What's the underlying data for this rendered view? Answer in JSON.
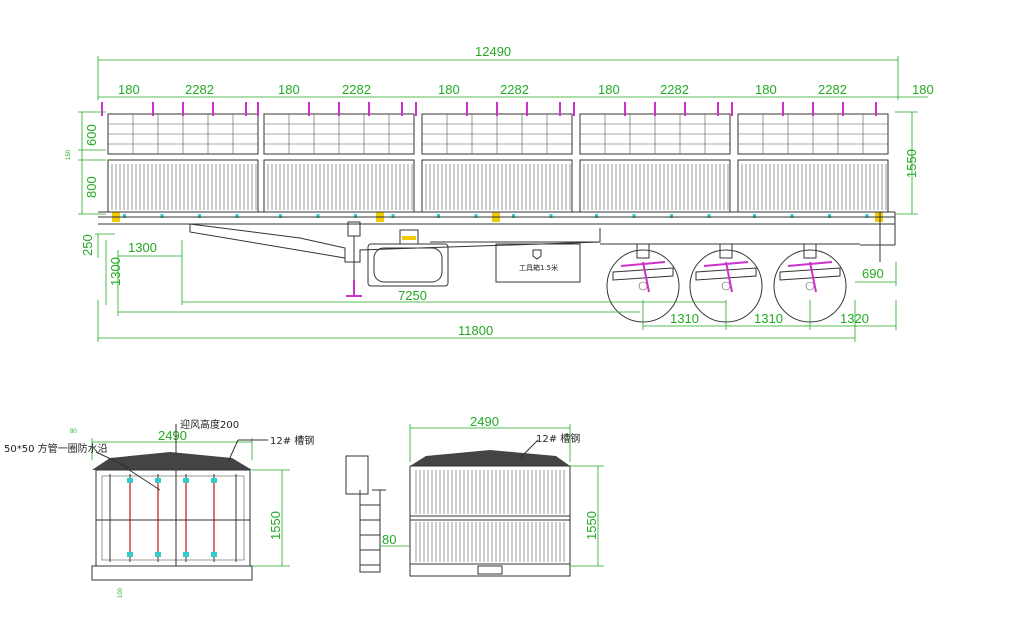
{
  "colors": {
    "dimension": "#22aa22",
    "outline": "#333333",
    "pole": "#cc33cc",
    "marker": "#33cccc",
    "hook": "#eecc00"
  },
  "side_view": {
    "dims": {
      "overall_length": "12490",
      "segments": [
        "180",
        "2282",
        "180",
        "2282",
        "180",
        "2282",
        "180",
        "2282",
        "180",
        "2282",
        "180"
      ],
      "rail_upper": "600",
      "rail_gap": "150",
      "rail_lower": "800",
      "side_height": "1550",
      "deck_offset": "250",
      "kingpin": "1300",
      "kingpin_height": "1300",
      "wheelbase": "7250",
      "chassis_length": "11800",
      "axle_1": "1310",
      "axle_2": "1310",
      "rear_overhang": "1320",
      "rear_height": "690"
    },
    "toolbox_label": "工具箱1.5米"
  },
  "front_view": {
    "width": "2490",
    "height": "1550",
    "top_small": "80",
    "bottom_small": "100",
    "notes": {
      "square_tube": "50*50 方管一圈防水沿",
      "windshield": "迎风高度200",
      "channel": "12# 槽钢"
    }
  },
  "rear_view": {
    "width": "2490",
    "height": "1550",
    "side_offset": "80",
    "note_channel": "12# 槽钢"
  }
}
